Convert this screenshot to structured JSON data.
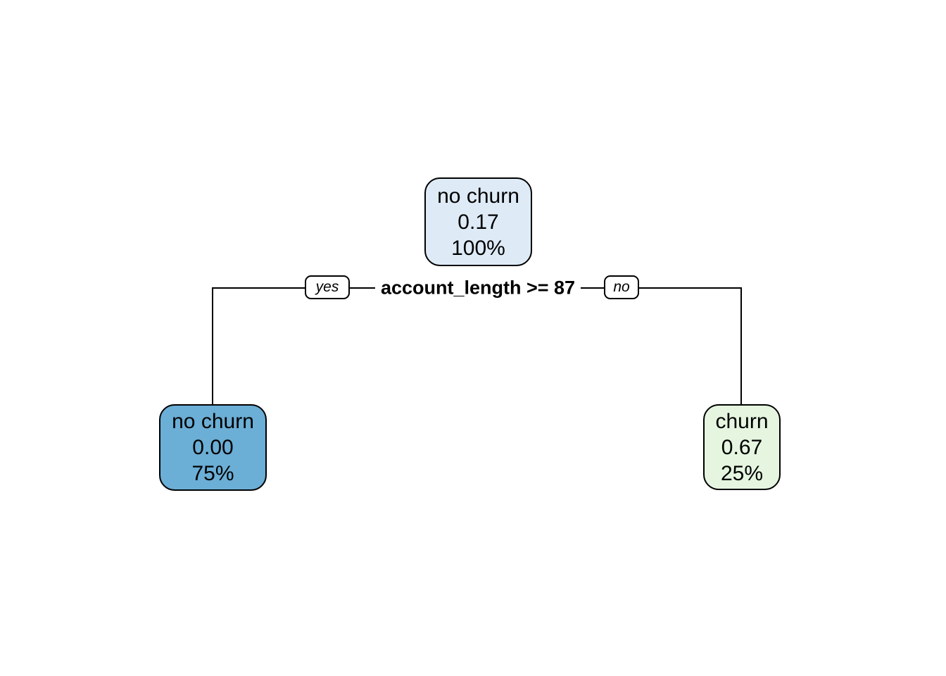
{
  "diagram": {
    "type": "decision-tree",
    "background": "#ffffff",
    "line_color": "#000000",
    "border_color": "#000000",
    "split": {
      "condition": "account_length >= 87",
      "yes_label": "yes",
      "no_label": "no"
    },
    "nodes": {
      "root": {
        "class": "no churn",
        "probability": "0.17",
        "coverage": "100%",
        "fill": "#DEEBF7"
      },
      "left": {
        "class": "no churn",
        "probability": "0.00",
        "coverage": "75%",
        "fill": "#6BAED6"
      },
      "right": {
        "class": "churn",
        "probability": "0.67",
        "coverage": "25%",
        "fill": "#E5F5E0"
      }
    }
  }
}
